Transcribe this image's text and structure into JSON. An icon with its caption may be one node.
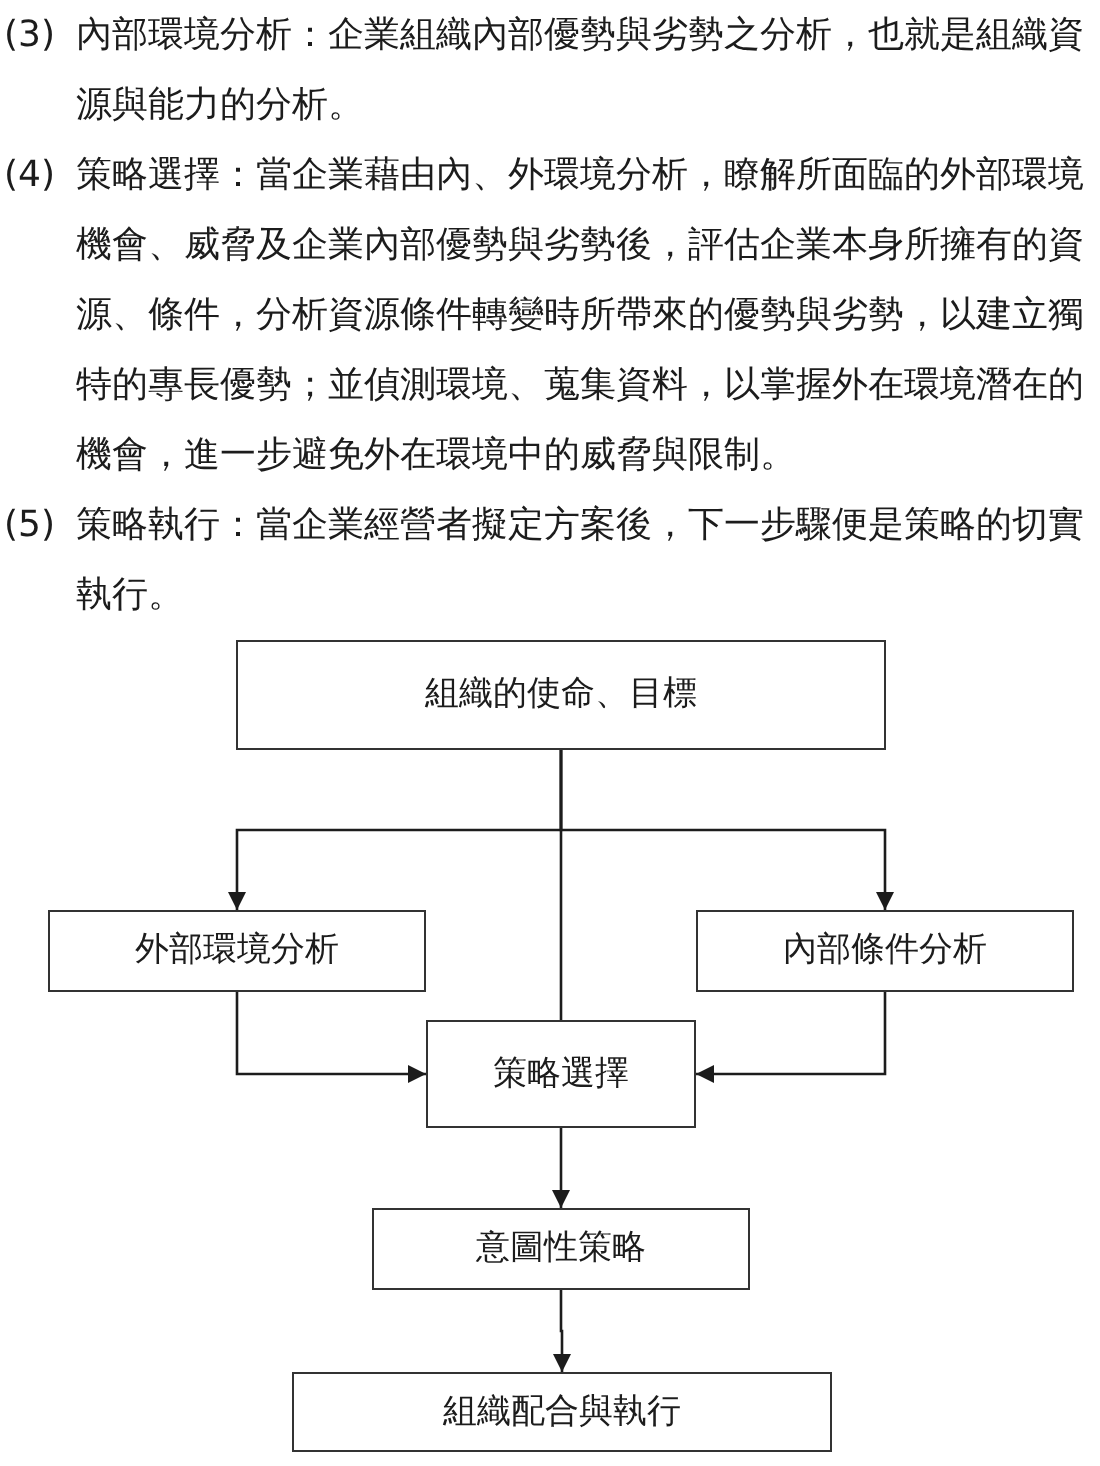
{
  "diagram": {
    "nodes": [
      {
        "text": [
          "組織的使命、目標"
        ]
      },
      {
        "text": [
          "外部環境分析"
        ]
      },
      {
        "text": [
          "內部條件分析"
        ]
      },
      {
        "text": [
          "策略選擇"
        ]
      },
      {
        "text": [
          "意圖性策略"
        ]
      },
      {
        "text": [
          "組織配合與執行"
        ]
      }
    ],
    "edges": [
      {
        "from": 0,
        "to": 1,
        "arrow": "to"
      },
      {
        "from": 0,
        "to": 2,
        "arrow": "to"
      },
      {
        "from": 0,
        "to": 3,
        "arrow": "none"
      },
      {
        "from": 1,
        "to": 3,
        "arrow": "to"
      },
      {
        "from": 2,
        "to": 3,
        "arrow": "to"
      },
      {
        "from": 3,
        "to": 4,
        "arrow": "to"
      },
      {
        "from": 4,
        "to": 5,
        "arrow": "to"
      }
    ],
    "labels": [
      "(3)",
      "內部環境分析：企業組織內部優勢與劣勢之分析，也就是組織資源與能力的分析。",
      "(4)",
      "策略選擇：當企業藉由內、外環境分析，瞭解所面臨的外部環境機會、威脅及企業內部優勢與劣勢後，評估企業本身所擁有的資源、條件，分析資源條件轉變時所帶來的優勢與劣勢，以建立獨特的專長優勢；並偵測環境、蒐集資料，以掌握外在環境潛在的機會，進一步避免外在環境中的威脅與限制。",
      "(5)",
      "策略執行：當企業經營者擬定方案後，下一步驟便是策略的切實執行。"
    ]
  }
}
